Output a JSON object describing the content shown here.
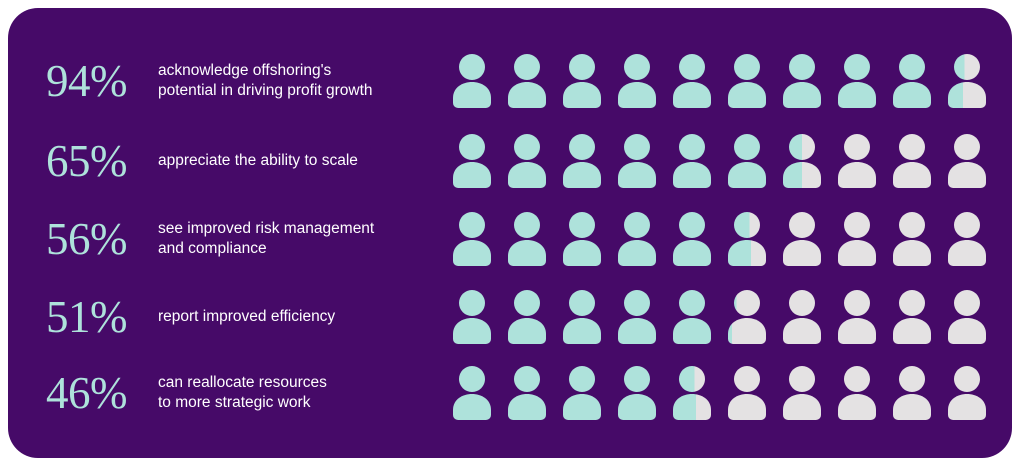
{
  "colors": {
    "background": "#460A68",
    "page": "#ffffff",
    "filled": "#AEE2DB",
    "empty": "#E4E2E3",
    "percent_text": "#AEE2DB",
    "description_text": "#FFFFFF"
  },
  "icon": {
    "name": "person-icon",
    "total_per_row": 10
  },
  "chart_data": {
    "type": "pictogram",
    "title": "",
    "xlabel": "",
    "ylabel": "",
    "icons_per_row": 10,
    "icon_value": 10,
    "unit": "%",
    "categories": [
      "acknowledge offshoring's potential in driving profit growth",
      "appreciate the ability to scale",
      "see improved risk management and compliance",
      "report improved efficiency",
      "can reallocate resources to more strategic work"
    ],
    "values": [
      94,
      65,
      56,
      51,
      46
    ],
    "legend": [
      {
        "label": "filled",
        "color": "#AEE2DB"
      },
      {
        "label": "empty",
        "color": "#E4E2E3"
      }
    ]
  },
  "rows": [
    {
      "percent": "94%",
      "value": 94,
      "description": "acknowledge offshoring's\npotential in driving profit growth"
    },
    {
      "percent": "65%",
      "value": 65,
      "description": "appreciate the ability to scale"
    },
    {
      "percent": "56%",
      "value": 56,
      "description": "see improved risk management\nand compliance"
    },
    {
      "percent": "51%",
      "value": 51,
      "description": "report improved efficiency"
    },
    {
      "percent": "46%",
      "value": 46,
      "description": "can reallocate resources\nto more strategic work"
    }
  ]
}
